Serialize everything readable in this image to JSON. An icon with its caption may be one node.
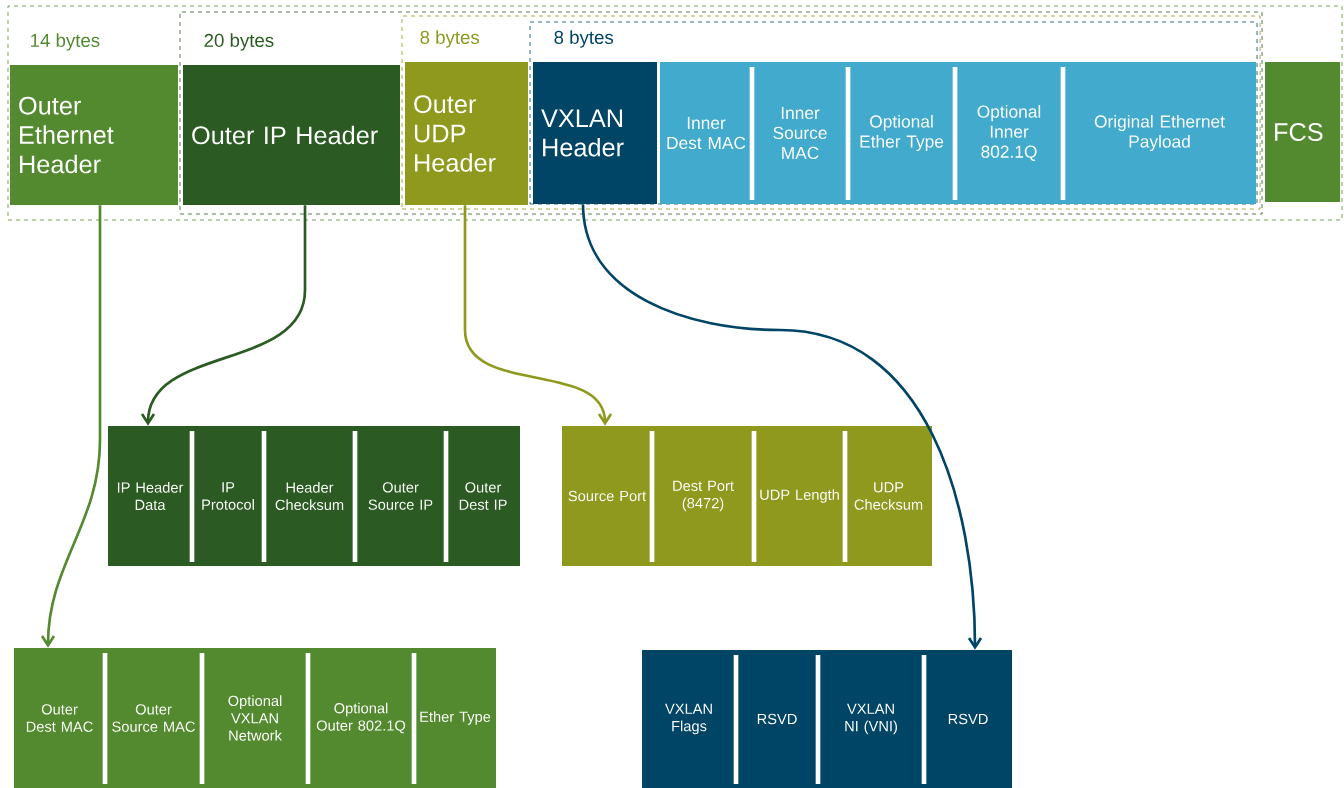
{
  "diagram": {
    "nodes": [
      {
        "text": [
          "14 bytes"
        ]
      },
      {
        "text": [
          "Outer Ethernet Header"
        ],
        "in": 0
      },
      {
        "text": [
          "20 bytes"
        ],
        "in": 0
      },
      {
        "text": [
          "Outer IP Header"
        ],
        "in": 2
      },
      {
        "text": [
          "8 bytes"
        ],
        "in": 2
      },
      {
        "text": [
          "Outer UDP Header"
        ],
        "in": 4
      },
      {
        "text": [
          "8 bytes"
        ],
        "in": 4
      },
      {
        "text": [
          "VXLAN Header"
        ],
        "in": 6
      },
      {
        "text": [],
        "shape": "box",
        "in": 6
      },
      {
        "text": [
          "Inner Dest MAC"
        ],
        "in": 8
      },
      {
        "text": [
          "Inner Source MAC"
        ],
        "in": 8
      },
      {
        "text": [
          "Optional Ether Type"
        ],
        "in": 8
      },
      {
        "text": [
          "Optional Inner 802.1Q"
        ],
        "in": 8
      },
      {
        "text": [
          "Original Ethernet Payload"
        ],
        "in": 8
      },
      {
        "text": [
          "FCS"
        ],
        "in": 0
      },
      {
        "text": [],
        "shape": "box"
      },
      {
        "text": [
          "IP Header Data"
        ],
        "in": 15
      },
      {
        "text": [
          "IP Protocol"
        ],
        "in": 15
      },
      {
        "text": [
          "Header Checksum"
        ],
        "in": 15
      },
      {
        "text": [
          "Outer Source IP"
        ],
        "in": 15
      },
      {
        "text": [
          "Outer Dest IP"
        ],
        "in": 15
      },
      {
        "text": [],
        "shape": "box"
      },
      {
        "text": [
          "Source Port"
        ],
        "in": 21
      },
      {
        "text": [
          "Dest Port (8472)"
        ],
        "in": 21
      },
      {
        "text": [
          "UDP Length"
        ],
        "in": 21
      },
      {
        "text": [
          "UDP Checksum"
        ],
        "in": 21
      },
      {
        "text": [],
        "shape": "box"
      },
      {
        "text": [
          "Outer Dest MAC"
        ],
        "in": 26
      },
      {
        "text": [
          "Outer Source MAC"
        ],
        "in": 26
      },
      {
        "text": [
          "Optional VXLAN Network"
        ],
        "in": 26
      },
      {
        "text": [
          "Optional Outer 802.1Q"
        ],
        "in": 26
      },
      {
        "text": [
          "Ether Type"
        ],
        "in": 26
      },
      {
        "text": [],
        "shape": "box"
      },
      {
        "text": [
          "VXLAN Flags"
        ],
        "in": 32
      },
      {
        "text": [
          "RSVD"
        ],
        "in": 32
      },
      {
        "text": [
          "VXLAN NI (VNI)"
        ],
        "in": 32
      },
      {
        "text": [
          "RSVD"
        ],
        "in": 32
      }
    ],
    "edges": [
      {
        "from": 1,
        "to": 26,
        "arrow": "to",
        "color": "#548a2f"
      },
      {
        "from": 3,
        "to": 15,
        "arrow": "to",
        "color": "#2b5b22"
      },
      {
        "from": 5,
        "to": 21,
        "arrow": "to",
        "color": "#8e991e"
      },
      {
        "from": 7,
        "to": 32,
        "arrow": "to",
        "color": "#004565"
      }
    ]
  }
}
